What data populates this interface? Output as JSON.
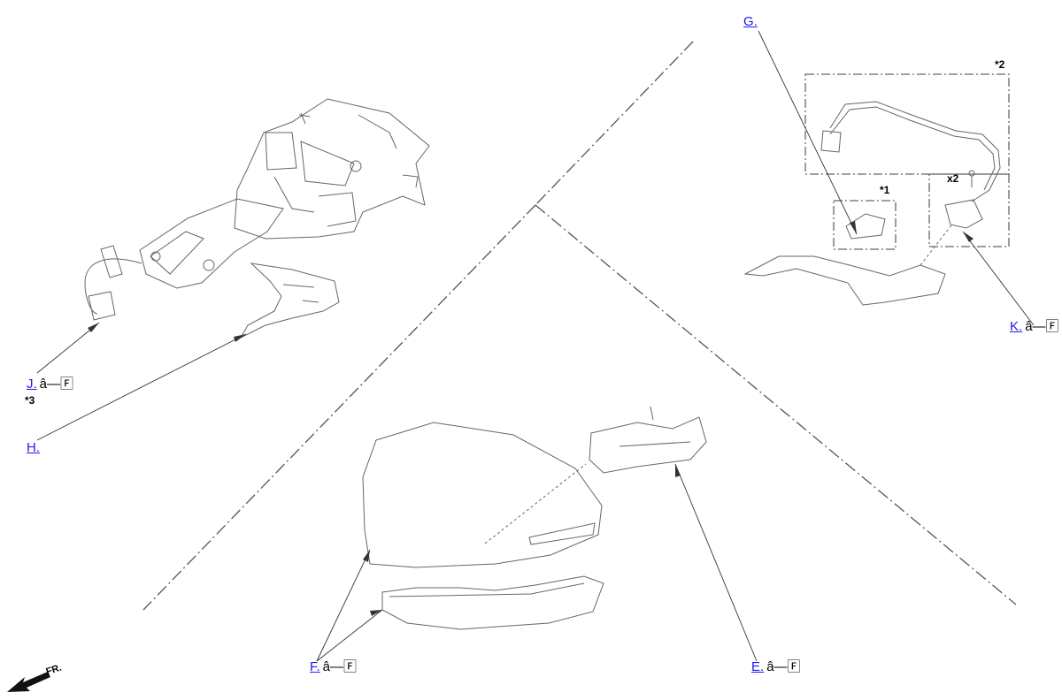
{
  "callouts": {
    "g": {
      "link": "G.",
      "tail": ""
    },
    "k": {
      "link": "K.",
      "tail": "â—🄵"
    },
    "j": {
      "link": "J.",
      "tail": "â—🄵"
    },
    "h": {
      "link": "H.",
      "tail": ""
    },
    "f": {
      "link": "F.",
      "tail": "â—🄵"
    },
    "e": {
      "link": "E.",
      "tail": "â—🄵"
    }
  },
  "notes": {
    "star1": "*1",
    "star2": "*2",
    "star3": "*3",
    "x2": "x2"
  },
  "direction": {
    "label": "FR."
  }
}
